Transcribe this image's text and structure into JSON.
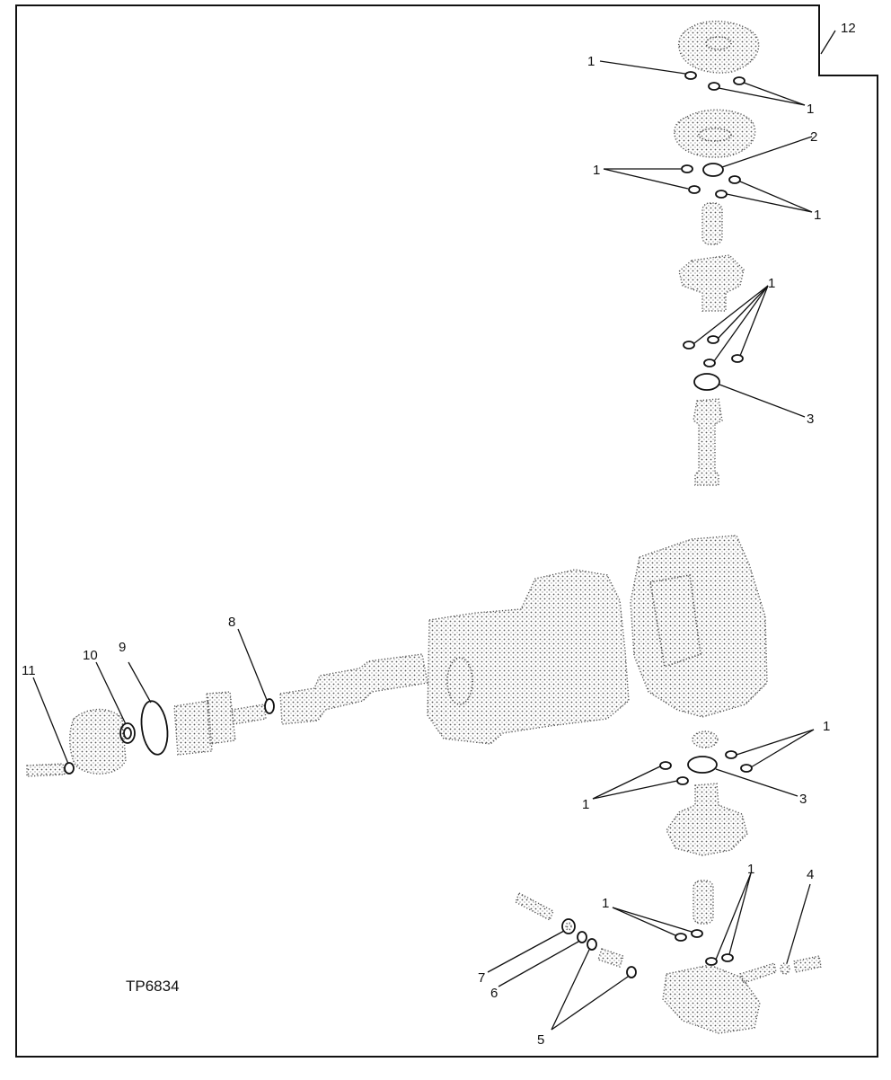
{
  "figure_code": "TP6834",
  "callouts": {
    "c1": "1",
    "c2": "2",
    "c3": "3",
    "c4": "4",
    "c5": "5",
    "c6": "6",
    "c7": "7",
    "c8": "8",
    "c9": "9",
    "c10": "10",
    "c11": "11",
    "c12": "12"
  },
  "colors": {
    "line": "#111111",
    "stipple": "#4a4a4a",
    "background": "#ffffff"
  }
}
